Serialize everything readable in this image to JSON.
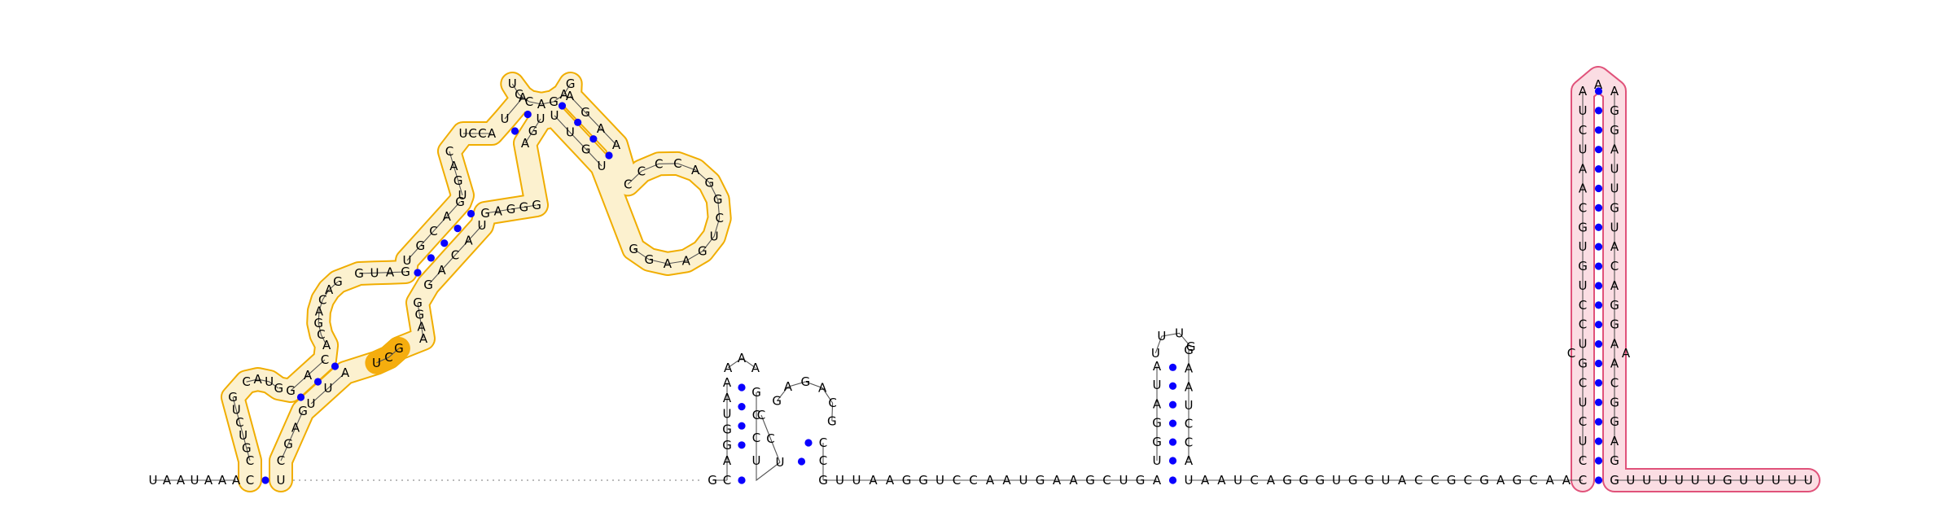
{
  "colors": {
    "orange_highlight": "#f0ad00",
    "orange_fill": "#fcf1cf",
    "orange_strong": "#f5ad0e",
    "pink_highlight": "#e0527a",
    "pink_fill": "#fbdde3",
    "base_pair": "#0a00ff",
    "nucleotide": "#000000"
  },
  "bottom_strand": {
    "left_tail": "UAAUAAA",
    "domain1_close_left": "C",
    "domain1_close_right": "U",
    "gap_label": "unresolved region (dotted backbone)",
    "spacer1": "GC",
    "spacer2": "GUUAAGGUCCAAUGAAGCUGA",
    "spacer3": "UAAUCAGGGUGGUACCGCGAGCAAC",
    "tail_3prime": "GUUUUUUGUUUUU"
  },
  "domain1": {
    "basal_left": "CGUCUG",
    "basal_loop_top": "CAUG",
    "basal_right": "CGAG",
    "stem_a_left": "GAC",
    "stem_a_right": "UUA",
    "internal_left": "ACGACAG",
    "internal_top": "GUAG",
    "highlight_core": "UCG",
    "internal_right": "AAGG",
    "stem_b_left": "UGCAG",
    "stem_b_right": "GACAU",
    "mid_left": "UGAC",
    "mid_top": "UCCA",
    "mid_right": "GGGAG",
    "stem_c_left": "UA",
    "stem_c_right": "AGU",
    "apex_loop": "UCCAGAG",
    "branch_left": "AGAA",
    "branch_right": "UUGU",
    "branch_loop": "CCCCAGGCUGAAGG"
  },
  "domain2": {
    "hairpin1_left": "AGGUAA",
    "hairpin1_loop": "AAA",
    "hairpin1_right": "GCCU",
    "hairpin2_left": "CCU",
    "hairpin2_loop": "GAGACG",
    "hairpin2_right": "CC"
  },
  "domain3": {
    "stem_left": "UGGAUA",
    "loop": "UUUG",
    "stem_right": "GAAUCCA"
  },
  "domain4": {
    "stem_left": "CUCUCGUCCUGUGCAAUCUA",
    "apex": "A",
    "stem_right": "AGGAUUGUACAGGAACGGAG",
    "bulge_left": "C",
    "bulge_right": "A"
  }
}
